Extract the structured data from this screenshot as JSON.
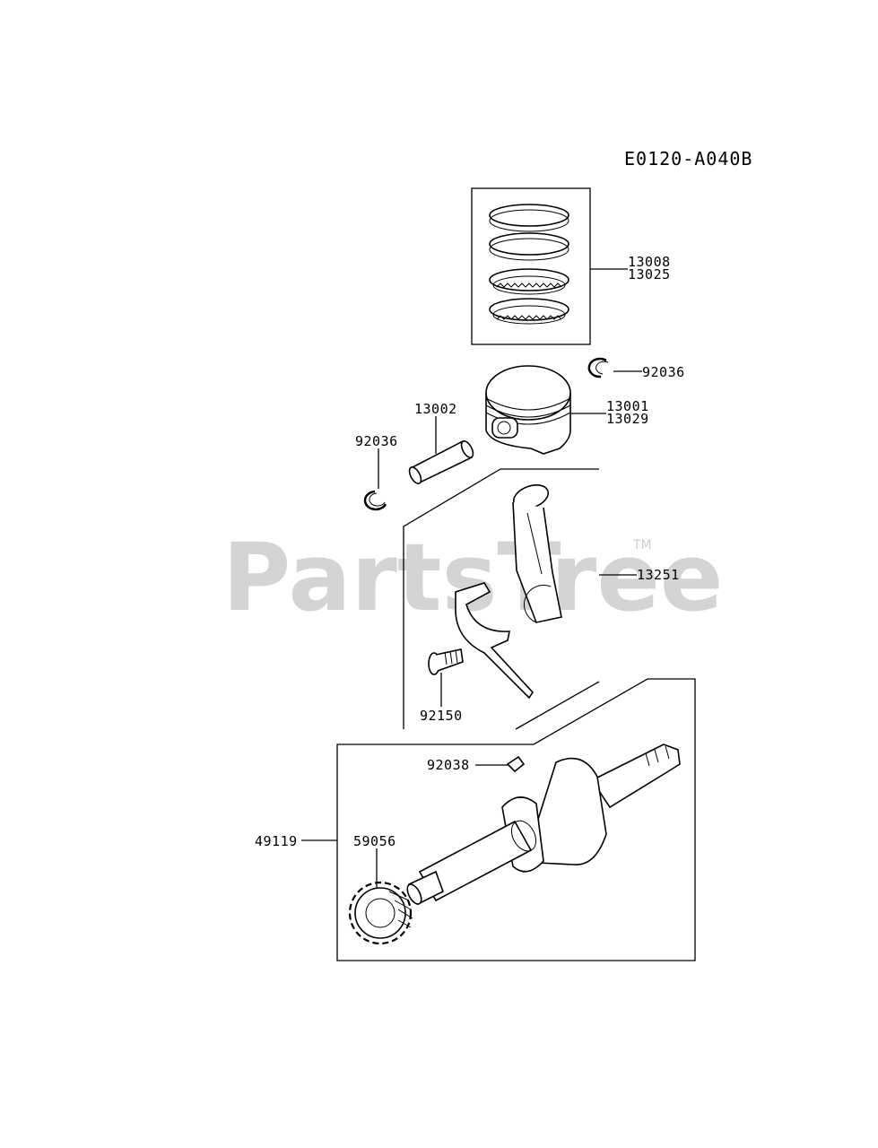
{
  "diagram_code": "E0120-A040B",
  "watermark": {
    "text": "PartsTree",
    "mark": "TM"
  },
  "callouts": {
    "ring_set_a": "13008",
    "ring_set_b": "13025",
    "clip_right": "92036",
    "piston_a": "13001",
    "piston_b": "13029",
    "pin": "13002",
    "clip_left": "92036",
    "conrod": "13251",
    "bolt": "92150",
    "key": "92038",
    "crankshaft": "49119",
    "gear": "59056"
  }
}
